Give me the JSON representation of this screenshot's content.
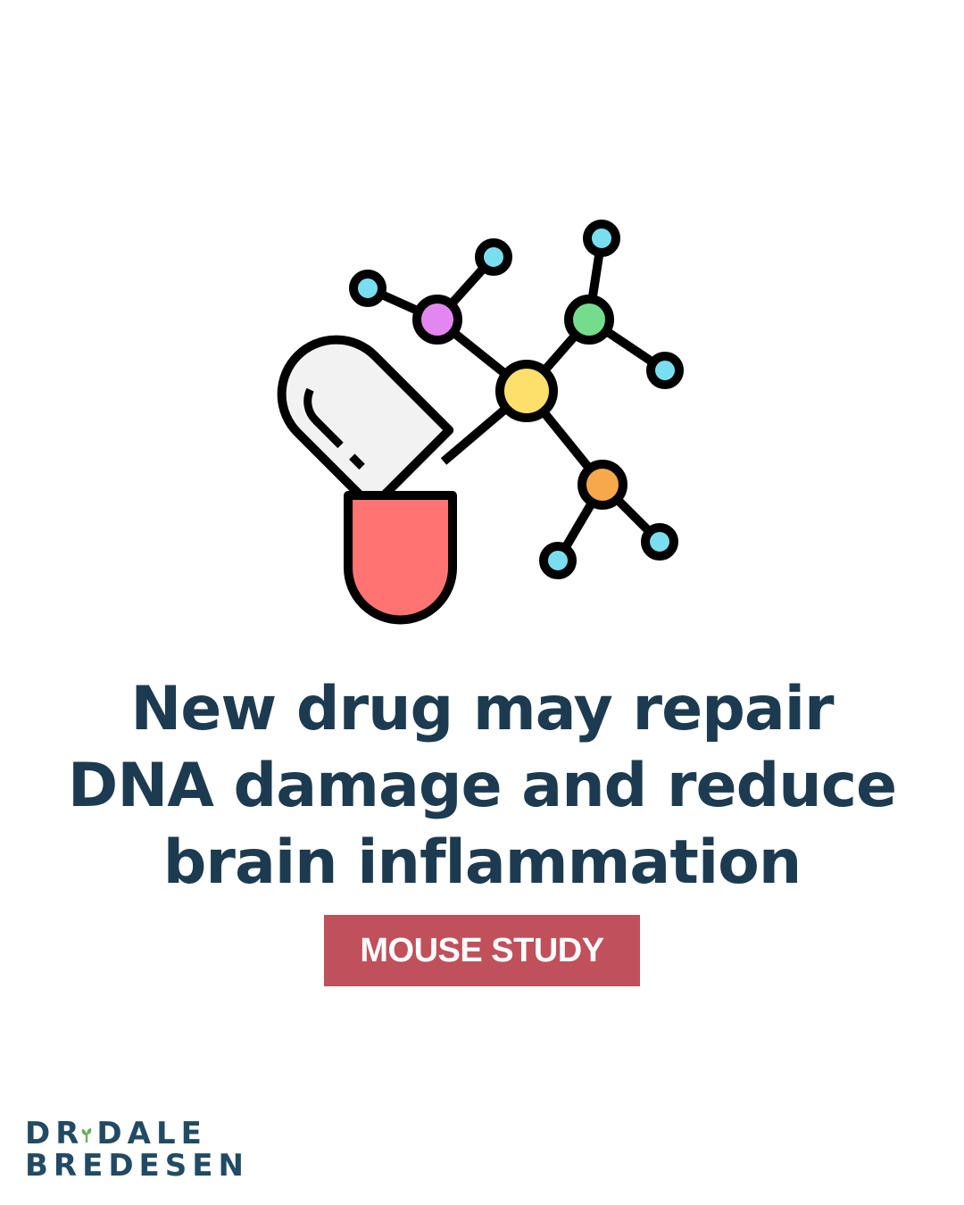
{
  "headline": {
    "line1": "New drug may repair",
    "line2": "DNA damage and reduce",
    "line3": "brain inflammation"
  },
  "tag": {
    "label": "MOUSE STUDY"
  },
  "brand": {
    "line1_part1": "DR",
    "line1_part2": "DALE",
    "line2": "BREDESEN"
  },
  "icons": {
    "illustration": "pill-capsule-molecule-icon",
    "logo_mark": "sprout-icon"
  },
  "colors": {
    "headline": "#1d3b50",
    "tag_background": "#c0505a",
    "tag_text": "#ffffff",
    "logo": "#224a64",
    "logo_mark": "#6cae5a",
    "capsule_bottom": "#ff7373",
    "capsule_top": "#f2f2f2",
    "node_center": "#fde06b",
    "node_pink": "#e387f0",
    "node_green": "#74dd8b",
    "node_orange": "#f6a84b",
    "node_tips": "#79dff0"
  }
}
